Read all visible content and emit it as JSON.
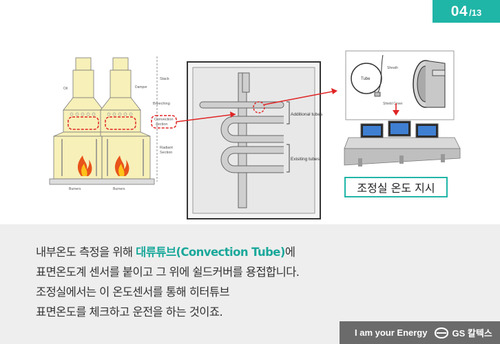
{
  "page_badge": {
    "current": "04",
    "total": "/13"
  },
  "furnace_labels": {
    "stack": "Stack",
    "breeching": "Breeching",
    "convection": "Convection",
    "section": "section",
    "radiant": "Radiant",
    "radiant_section": "Section",
    "damper": "Damper",
    "burners": "Burners",
    "oil": "Oil"
  },
  "tube_labels": {
    "additional": "Additional tubes",
    "existing": "Exisiting tubes"
  },
  "sensor_labels": {
    "sheath": "Sheath",
    "tube": "Tube",
    "shield": "Shield Cover"
  },
  "control_room_label": "조정실 온도 지시",
  "caption": {
    "line1_pre": "내부온도 측정을 위해 ",
    "line1_highlight": "대류튜브(Convection Tube)",
    "line1_post": "에",
    "line2": "표면온도계 센서를 붙이고 그 위에 쉴드커버를 용접합니다.",
    "line3": "조정실에서는 이 온도센서를 통해 히터튜브",
    "line4": "표면온도를 체크하고 운전을 하는 것이죠."
  },
  "footer": {
    "slogan": "I am your Energy",
    "brand": "GS 칼텍스"
  },
  "colors": {
    "accent": "#1fb5a7",
    "arrow": "#e02424",
    "furnace_fill": "#f7f0b8"
  }
}
